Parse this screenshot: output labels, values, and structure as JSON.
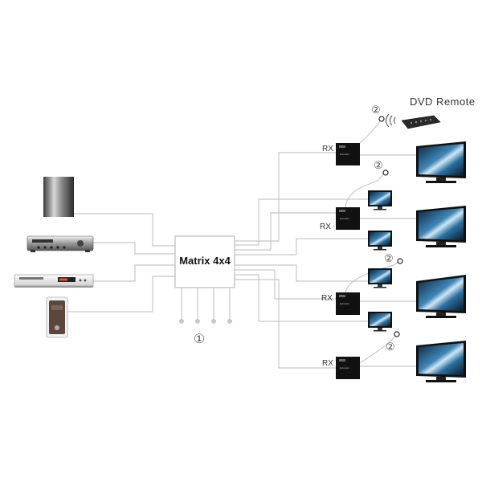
{
  "diagram": {
    "matrix_label": "Matrix 4x4",
    "remote_label": "DVD Remote",
    "rx_label": "RX",
    "marker_one": "①",
    "marker_two": "②",
    "receiver_text": "Extender",
    "colors": {
      "line": "#c8c8c8",
      "box_stroke": "#c8c8c8",
      "receiver": "#111111",
      "tv_screen": "#2a6f9e"
    },
    "sources": [
      "tall-speaker-device",
      "av-receiver-device",
      "dvd-player-device",
      "media-player-device"
    ],
    "receivers": [
      "rx-1",
      "rx-2",
      "rx-3",
      "rx-4"
    ]
  }
}
